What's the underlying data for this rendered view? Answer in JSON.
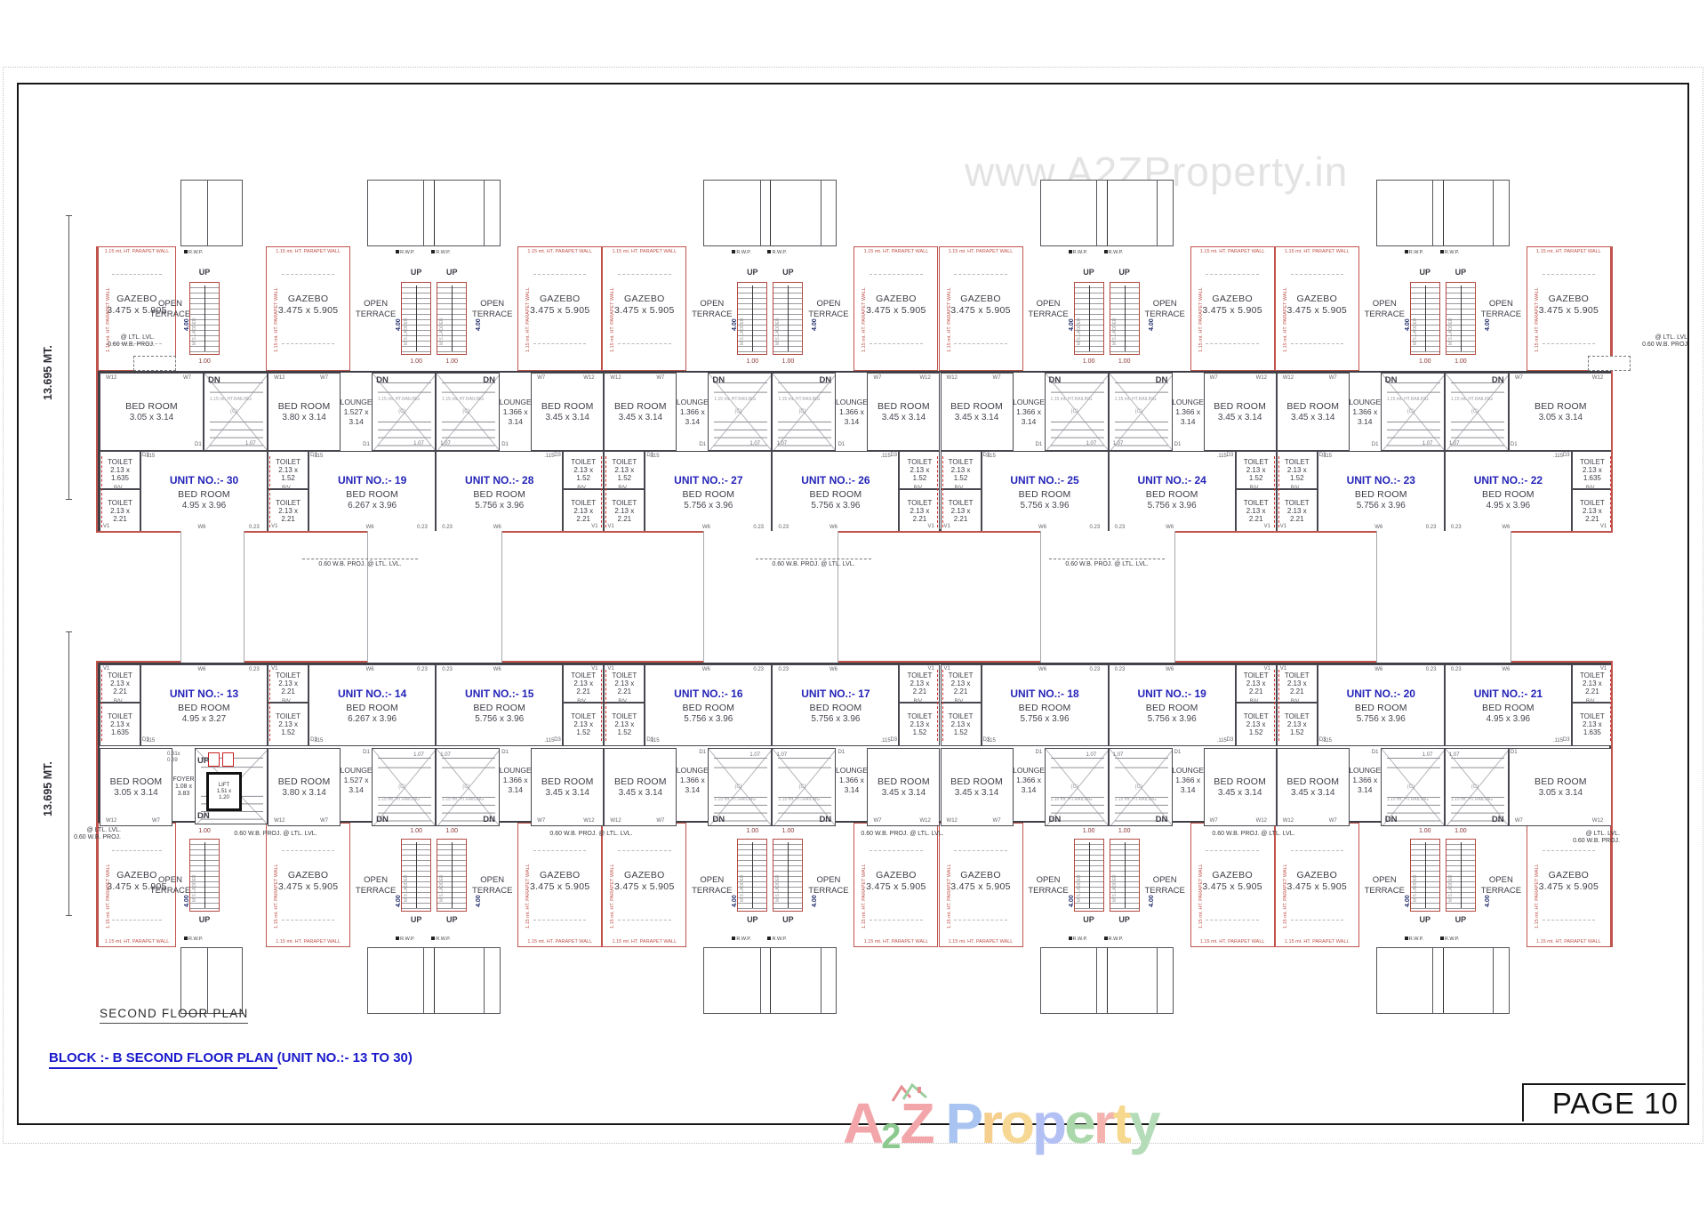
{
  "page": {
    "watermark_top": "www.A2ZProperty.in",
    "plan_title": "SECOND FLOOR PLAN",
    "block_title": "BLOCK :- B SECOND FLOOR PLAN ",
    "block_suffix": "(UNIT NO.:- 13 TO 30)",
    "page_number": "PAGE 10"
  },
  "logo": {
    "letters": [
      {
        "ch": "A",
        "c": "#f2a6aa",
        "sub": false
      },
      {
        "ch": "2",
        "c": "#8cc98f",
        "sub": true
      },
      {
        "ch": "Z",
        "c": "#f2a6aa",
        "sub": false
      },
      {
        "ch": " ",
        "c": "#ffffff",
        "sub": false
      },
      {
        "ch": "P",
        "c": "#a9c4f0",
        "sub": false
      },
      {
        "ch": "r",
        "c": "#f6cf8e",
        "sub": false
      },
      {
        "ch": "o",
        "c": "#f6d894",
        "sub": false
      },
      {
        "ch": "p",
        "c": "#b3c0f4",
        "sub": false
      },
      {
        "ch": "e",
        "c": "#abd8ab",
        "sub": false
      },
      {
        "ch": "r",
        "c": "#f4b3ae",
        "sub": false
      },
      {
        "ch": "t",
        "c": "#f6d88e",
        "sub": false
      },
      {
        "ch": "y",
        "c": "#b5dcb8",
        "sub": false
      }
    ]
  },
  "labels": {
    "bed": "BED ROOM",
    "toilet": "TOILET",
    "lounge": "LOUNGE",
    "gazebo": "GAZEBO",
    "gazebo_dim": "3.475 x 5.905",
    "terrace1": "OPEN",
    "terrace2": "TERRACE",
    "up": "UP",
    "dn": "DN",
    "rwp": "R.W.P.",
    "c_mark": "(C)",
    "railing": "1.15 mt. HT.RAILING",
    "ladder": "M.S.LADDER",
    "parapet": "1.15 mt. HT. PARAPET WALL",
    "wb_note": "0.60 W.B. PROJ. @ LTL. LVL.",
    "ltl_line1": "@ LTL. LVL.",
    "ltl_line2": "0.60 W.B. PROJ.",
    "wing_height": "13.695 MT.",
    "d100": "1.00",
    "d400": "4.00",
    "d107": "1.07"
  },
  "tags": {
    "w6": "W6",
    "v1": "V1",
    "d1": "D1",
    "d3": "D3",
    "bv": "B/V",
    "w12": "W12",
    "w7": "W7",
    "t115": ".115",
    "t023": "0.23"
  },
  "wings": [
    {
      "id": "top",
      "units": [
        {
          "no": "UNIT NO.:- 30",
          "main": "4.95 x 3.96",
          "side": "3.05 x 3.14",
          "lounge": null,
          "toilets": [
            {
              "w": "2.13 x",
              "l": "1.635"
            },
            {
              "w": "2.13 x",
              "l": "2.21"
            }
          ],
          "mirror": false,
          "stair": "single"
        },
        {
          "no": "UNIT NO.:- 19",
          "main": "6.267 x 3.96",
          "side": "3.80 x 3.14",
          "lounge": {
            "w": "1.527 x",
            "l": "3.14"
          },
          "toilets": [
            {
              "w": "2.13 x",
              "l": "1.52"
            },
            {
              "w": "2.13 x",
              "l": "2.21"
            }
          ],
          "mirror": false,
          "stair": "pair"
        },
        {
          "no": "UNIT NO.:- 28",
          "main": "5.756 x 3.96",
          "side": "3.45 x 3.14",
          "lounge": {
            "w": "1.366 x",
            "l": "3.14"
          },
          "toilets": [
            {
              "w": "2.13 x",
              "l": "1.52"
            },
            {
              "w": "2.13 x",
              "l": "2.21"
            }
          ],
          "mirror": true,
          "stair": "pair"
        },
        {
          "no": "UNIT NO.:- 27",
          "main": "5.756 x 3.96",
          "side": "3.45 x 3.14",
          "lounge": {
            "w": "1.366 x",
            "l": "3.14"
          },
          "toilets": [
            {
              "w": "2.13 x",
              "l": "1.52"
            },
            {
              "w": "2.13 x",
              "l": "2.21"
            }
          ],
          "mirror": false,
          "stair": "pair"
        },
        {
          "no": "UNIT NO.:- 26",
          "main": "5.756 x 3.96",
          "side": "3.45 x 3.14",
          "lounge": {
            "w": "1.366 x",
            "l": "3.14"
          },
          "toilets": [
            {
              "w": "2.13 x",
              "l": "1.52"
            },
            {
              "w": "2.13 x",
              "l": "2.21"
            }
          ],
          "mirror": true,
          "stair": "pair"
        },
        {
          "no": "UNIT NO.:- 25",
          "main": "5.756 x 3.96",
          "side": "3.45 x 3.14",
          "lounge": {
            "w": "1.366 x",
            "l": "3.14"
          },
          "toilets": [
            {
              "w": "2.13 x",
              "l": "1.52"
            },
            {
              "w": "2.13 x",
              "l": "2.21"
            }
          ],
          "mirror": false,
          "stair": "pair"
        },
        {
          "no": "UNIT NO.:- 24",
          "main": "5.756 x 3.96",
          "side": "3.45 x 3.14",
          "lounge": {
            "w": "1.366 x",
            "l": "3.14"
          },
          "toilets": [
            {
              "w": "2.13 x",
              "l": "1.52"
            },
            {
              "w": "2.13 x",
              "l": "2.21"
            }
          ],
          "mirror": true,
          "stair": "pair"
        },
        {
          "no": "UNIT NO.:- 23",
          "main": "5.756 x 3.96",
          "side": "3.45 x 3.14",
          "lounge": {
            "w": "1.366 x",
            "l": "3.14"
          },
          "toilets": [
            {
              "w": "2.13 x",
              "l": "1.52"
            },
            {
              "w": "2.13 x",
              "l": "2.21"
            }
          ],
          "mirror": false,
          "stair": "pair"
        },
        {
          "no": "UNIT NO.:- 22",
          "main": "4.95 x 3.96",
          "side": "3.05 x 3.14",
          "lounge": null,
          "toilets": [
            {
              "w": "2.13 x",
              "l": "1.635"
            },
            {
              "w": "2.13 x",
              "l": "2.21"
            }
          ],
          "mirror": true,
          "stair": "pair"
        }
      ]
    },
    {
      "id": "bottom",
      "units": [
        {
          "no": "UNIT NO.:- 13",
          "main": "4.95 x 3.27",
          "side": "3.05 x 3.14",
          "lounge": null,
          "toilets": [
            {
              "w": "2.13 x",
              "l": "2.21"
            },
            {
              "w": "2.13 x",
              "l": "1.635"
            }
          ],
          "mirror": false,
          "stair": "lift",
          "foyer": {
            "n": "FOYER",
            "w": "1.08 x",
            "l": "3.83"
          },
          "lift": {
            "n": "LIFT",
            "w": "1.51 x",
            "l": "1.20"
          },
          "extra": {
            "w": "0.81x",
            "l": "0.69"
          }
        },
        {
          "no": "UNIT NO.:- 14",
          "main": "6.267 x 3.96",
          "side": "3.80 x 3.14",
          "lounge": {
            "w": "1.527 x",
            "l": "3.14"
          },
          "toilets": [
            {
              "w": "2.13 x",
              "l": "2.21"
            },
            {
              "w": "2.13 x",
              "l": "1.52"
            }
          ],
          "mirror": false,
          "stair": "pair"
        },
        {
          "no": "UNIT NO.:- 15",
          "main": "5.756 x 3.96",
          "side": "3.45 x 3.14",
          "lounge": {
            "w": "1.366 x",
            "l": "3.14"
          },
          "toilets": [
            {
              "w": "2.13 x",
              "l": "2.21"
            },
            {
              "w": "2.13 x",
              "l": "1.52"
            }
          ],
          "mirror": true,
          "stair": "pair"
        },
        {
          "no": "UNIT NO.:- 16",
          "main": "5.756 x 3.96",
          "side": "3.45 x 3.14",
          "lounge": {
            "w": "1.366 x",
            "l": "3.14"
          },
          "toilets": [
            {
              "w": "2.13 x",
              "l": "2.21"
            },
            {
              "w": "2.13 x",
              "l": "1.52"
            }
          ],
          "mirror": false,
          "stair": "pair"
        },
        {
          "no": "UNIT NO.:- 17",
          "main": "5.756 x 3.96",
          "side": "3.45 x 3.14",
          "lounge": {
            "w": "1.366 x",
            "l": "3.14"
          },
          "toilets": [
            {
              "w": "2.13 x",
              "l": "2.21"
            },
            {
              "w": "2.13 x",
              "l": "1.52"
            }
          ],
          "mirror": true,
          "stair": "pair"
        },
        {
          "no": "UNIT NO.:- 18",
          "main": "5.756 x 3.96",
          "side": "3.45 x 3.14",
          "lounge": {
            "w": "1.366 x",
            "l": "3.14"
          },
          "toilets": [
            {
              "w": "2.13 x",
              "l": "2.21"
            },
            {
              "w": "2.13 x",
              "l": "1.52"
            }
          ],
          "mirror": false,
          "stair": "pair"
        },
        {
          "no": "UNIT NO.:- 19",
          "main": "5.756 x 3.96",
          "side": "3.45 x 3.14",
          "lounge": {
            "w": "1.366 x",
            "l": "3.14"
          },
          "toilets": [
            {
              "w": "2.13 x",
              "l": "2.21"
            },
            {
              "w": "2.13 x",
              "l": "1.52"
            }
          ],
          "mirror": true,
          "stair": "pair"
        },
        {
          "no": "UNIT NO.:- 20",
          "main": "5.756 x 3.96",
          "side": "3.45 x 3.14",
          "lounge": {
            "w": "1.366 x",
            "l": "3.14"
          },
          "toilets": [
            {
              "w": "2.13 x",
              "l": "2.21"
            },
            {
              "w": "2.13 x",
              "l": "1.52"
            }
          ],
          "mirror": false,
          "stair": "pair"
        },
        {
          "no": "UNIT NO.:- 21",
          "main": "4.95 x 3.96",
          "side": "3.05 x 3.14",
          "lounge": null,
          "toilets": [
            {
              "w": "2.13 x",
              "l": "2.21"
            },
            {
              "w": "2.13 x",
              "l": "1.635"
            }
          ],
          "mirror": true,
          "stair": "pair"
        }
      ]
    }
  ]
}
